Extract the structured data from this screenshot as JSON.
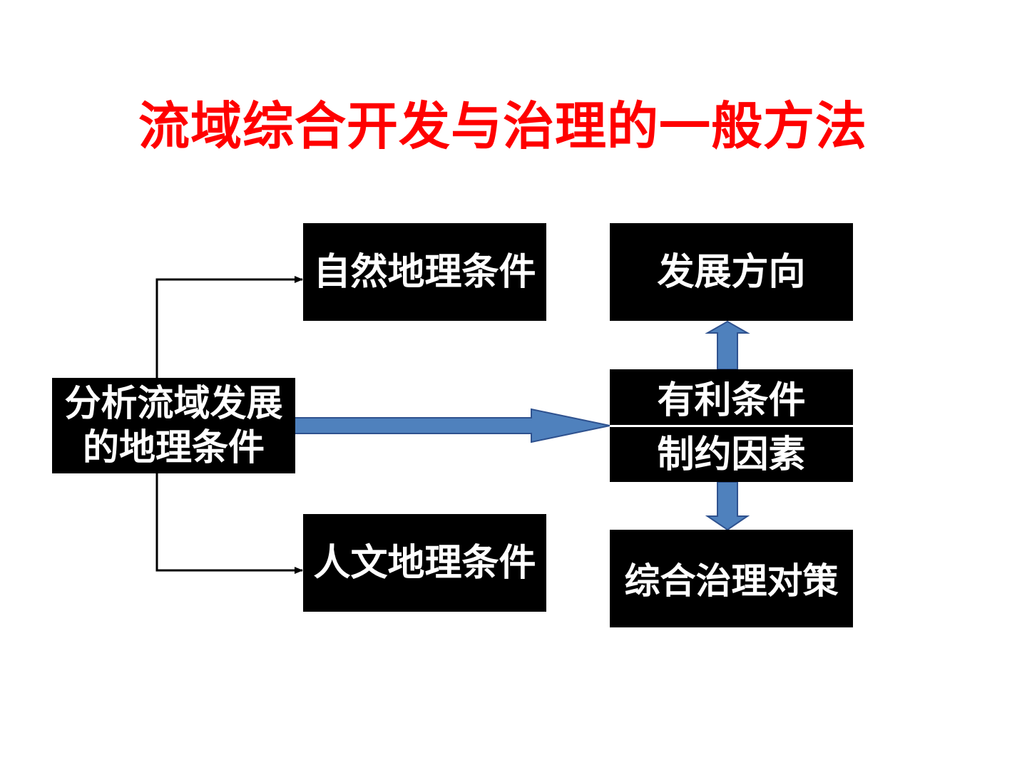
{
  "title": "流域综合开发与治理的一般方法",
  "colors": {
    "title": "#ff0000",
    "box_fill": "#000000",
    "box_text": "#ffffff",
    "block_arrow": "#4f81bd",
    "block_arrow_outline": "#2f528f",
    "connector": "#000000"
  },
  "boxes": {
    "analysis": {
      "line1": "分析流域发展",
      "line2": "的地理条件"
    },
    "natural": "自然地理条件",
    "human": "人文地理条件",
    "favorable": "有利条件",
    "constraints": "制约因素",
    "direction": "发展方向",
    "countermeasures": "综合治理对策"
  }
}
